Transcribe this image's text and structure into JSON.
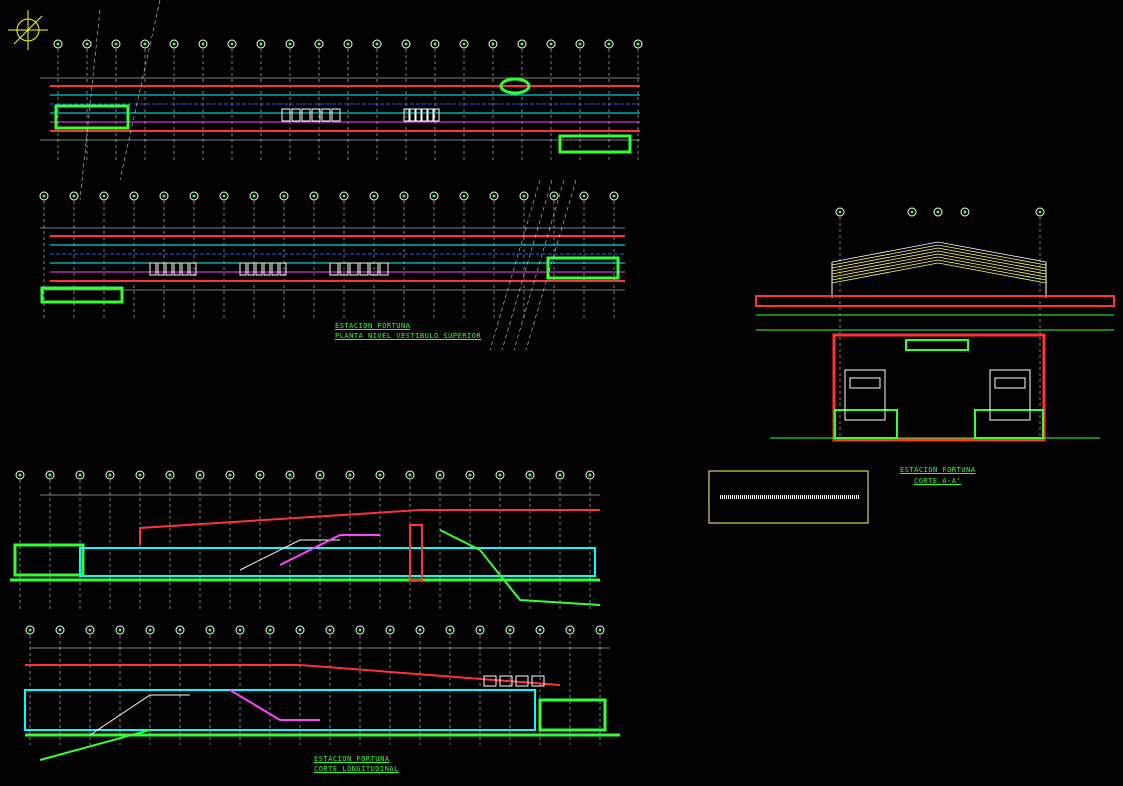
{
  "drawing": {
    "plan": {
      "title": "ESTACION FORTUNA",
      "subtitle": "PLANTA NIVEL VESTIBULO SUPERIOR"
    },
    "section_aa": {
      "title": "ESTACION FORTUNA",
      "subtitle": "CORTE A-A'"
    },
    "section_long": {
      "title": "ESTACION FORTUNA",
      "subtitle": "CORTE LONGITUDINAL"
    }
  },
  "colors": {
    "background": "#000000",
    "grid": "#ffffff",
    "structure": "#00ffff",
    "walls": "#ff3333",
    "green": "#33ff33",
    "yellow": "#ffff66",
    "blue": "#3355ff",
    "magenta": "#ff44ff"
  },
  "icons": [
    "north-arrow-icon",
    "grid-bubble-icon",
    "train-icon"
  ]
}
